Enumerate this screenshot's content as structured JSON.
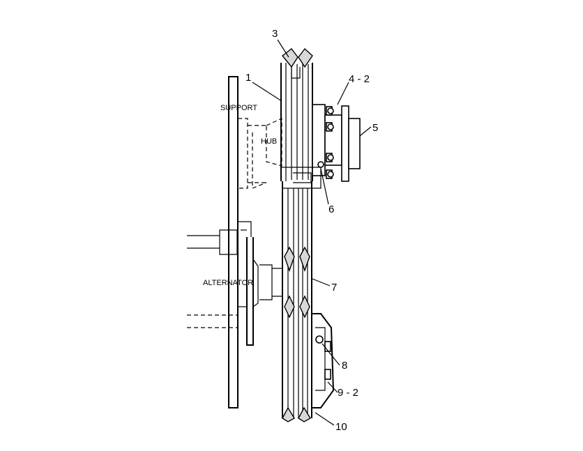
{
  "labels": {
    "part_1": "1",
    "part_3": "3",
    "part_4_2": "4 - 2",
    "part_5": "5",
    "part_6": "6",
    "part_7": "7",
    "part_8": "8",
    "part_9_2": "9 - 2",
    "part_10": "10",
    "support": "SUPPORT",
    "hub": "HUB",
    "alternator": "ALTERNATOR"
  }
}
